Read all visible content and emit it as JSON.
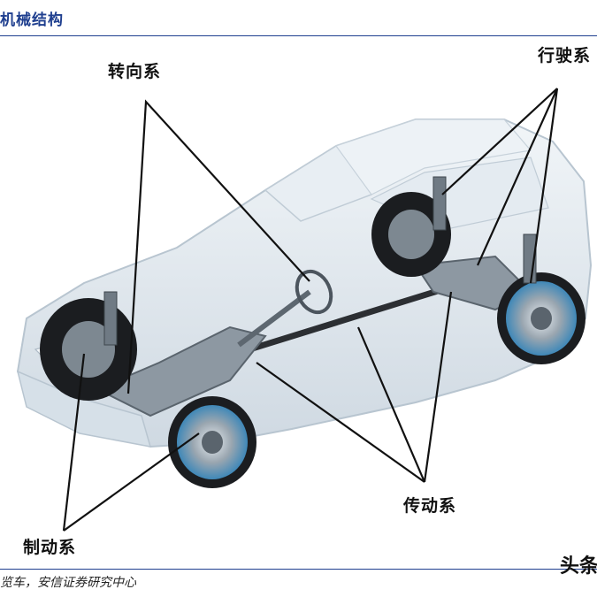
{
  "header": {
    "title": "机械结构"
  },
  "labels": {
    "steering": "转向系",
    "running": "行驶系",
    "drive": "传动系",
    "brake": "制动系"
  },
  "footer": {
    "source": "览车，安信证券研究中心",
    "watermark": "头条"
  },
  "colors": {
    "accent": "#1f3f8f",
    "car_body": "#dfe7ee",
    "wheel_rim": "#3f88b8",
    "chassis": "#6f7a84"
  }
}
